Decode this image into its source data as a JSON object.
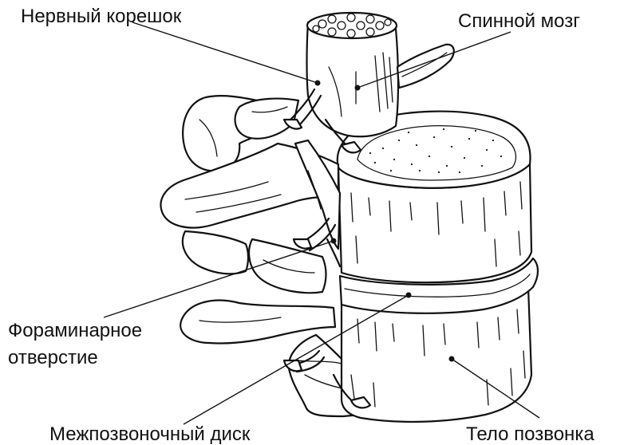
{
  "labels": {
    "nerve_root": "Нервный корешок",
    "spinal_cord": "Спинной мозг",
    "foramen_line1": "Фораминарное",
    "foramen_line2": "отверстие",
    "disc": "Межпозвоночный диск",
    "vertebral_body": "Тело позвонка"
  }
}
